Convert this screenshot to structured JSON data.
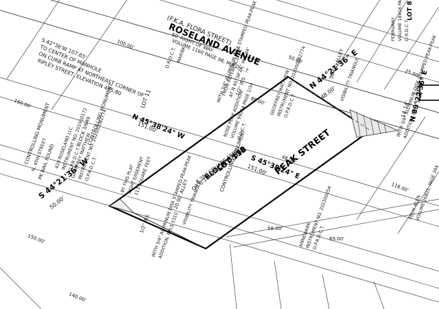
{
  "streets": {
    "roseland_former": "(F.K.A. FLORA STREET)",
    "roseland": "ROSELAND AVENUE",
    "roseland_row": "60' RIGHT OF WAY",
    "roseland_ref": "VOLUME 1160 PAGE 98, M.R.D.C.T.",
    "peak": "PEAK STREET"
  },
  "bearings": {
    "north_top": "N 44°21'36\" E",
    "north_top_dist": "48.00'",
    "south_bottom": "S 44°21'36\" W",
    "south_bottom_dist": "50.00'",
    "west": "N 45°38'24\" W",
    "west_dist": "151.00'",
    "east": "S 45°38'24\" E",
    "east_dist": "151.00'",
    "right_edge": "N 89°22'36\" E",
    "right_edge_dist": "14.14'"
  },
  "benchmark": {
    "line1": "S 42°36'W 107.65'",
    "line2": "TO CENTER OF MANHOLE",
    "line3": "ON CURB RAMP AT NORTHEAST CORNER OF",
    "line4": "RIPLEY STREET, ELEVATION 495.80"
  },
  "lot": {
    "title": "LOT 11B",
    "block": "BLOCK 3/649",
    "area": "8,288 SQUARE FEET",
    "acres": "OR 0.19 ACRE"
  },
  "labels": {
    "lot8": "LOT 8",
    "lot11": "LOT 11",
    "block": "BLOCK 3/649",
    "alley_top": "20.00' ALLEY",
    "alley_bottom": "20.00' ALLEY",
    "rf_half": "1/2\" IRS",
    "pkf": "PK NAIL FOUND",
    "controlling": "CONTROLLING MONUMENT",
    "sight": "SIGHT EASEMENT",
    "feet_100": "100.00'",
    "feet_48": "48.00'",
    "feet_88": "88.00'",
    "feet_50": "50.00'",
    "feet_25": "25.00'",
    "feet_69": "69.00'",
    "feet_58": "58.00'",
    "feet_118": "118.00'",
    "feet_140": "140.00'",
    "feet_160": "160.00'",
    "feet_150": "150.00'",
    "owner_ne": "FEBRUANY",
    "owner_ne2": "VOLUME 18416 PAGE 480",
    "owner_ne3": "D.R.D.C.T.",
    "owner_se": "ANNEWARK",
    "owner_se2": "INSTRUMENT NO. 202300054",
    "owner_se3": "O.P.R.D.C.T.",
    "owner_se4": "FELIX ALEN",
    "owner_se5": "VOLUME 26801, PAGE 394",
    "owner_sw": "GEOFFREY MATTHEW",
    "owner_sw2": "INSTRUMENT NO. 202000082774",
    "owner_sw3": "O.P.R.D.C.T.",
    "stamped": "WITH 3/4\" ALUMINUM DISK STAMPED PEAK-PEAK",
    "addition": "ADDITION, RPLS 5310",
    "owner_w1": "N. 45th STREET",
    "owner_w2": "420 ROSELAND LLC",
    "owner_w3": "INSTRUMENT NO. 201900172",
    "owner_w4": "O.P.R.D.C.T.",
    "from_ref": "FROM REFERENCE 1/2\"",
    "ref_set": "AT N 45°38'24\" W 1.44'",
    "rose_peak": "ROSE PEAK ADDITION",
    "vol_rose": "VOLUME 99064 PAGE 1/34",
    "odct": "O.D.C.T.",
    "sight_tri": "VISIBILITY TRIANGLE",
    "sight_tri2": "VISIBILITY TRIANGLE",
    "fifty_sq": "113 SQUARE FEET",
    "sight_em": "SIGHT EASEMENT",
    "by_plat": "BY THIS PLAT",
    "mb": "MAP/BK",
    "drcct": "D.R.D.C.T."
  }
}
